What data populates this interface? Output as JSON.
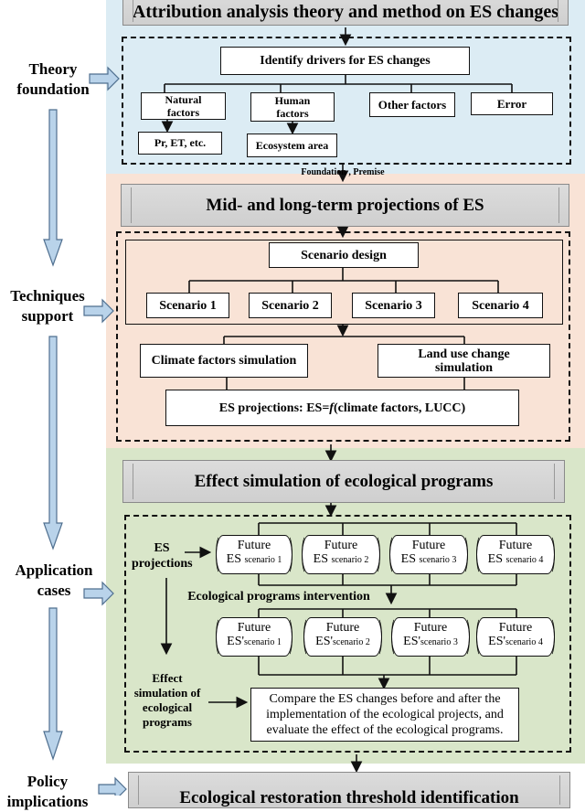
{
  "theory": {
    "title": "Attribution analysis theory and method on ES changes",
    "identify": "Identify drivers for ES changes",
    "natural": "Natural factors",
    "human": "Human factors",
    "other": "Other factors",
    "error": "Error",
    "pr": "Pr, ET, etc.",
    "eco_area": "Ecosystem area"
  },
  "connector": {
    "foundation_premise": "Foundation , Premise"
  },
  "projection": {
    "title": "Mid- and long-term projections of ES",
    "scenario_design": "Scenario design",
    "scenarios": [
      "Scenario 1",
      "Scenario 2",
      "Scenario 3",
      "Scenario 4"
    ],
    "climate": "Climate factors simulation",
    "landuse": "Land use change simulation",
    "es_formula_pre": "ES projections: ES=",
    "es_formula_f": "f",
    "es_formula_post": "(climate factors, LUCC)"
  },
  "effect": {
    "title": "Effect simulation of ecological programs",
    "es_projections": "ES projections",
    "future": "Future",
    "es": "ES",
    "es_prime": "ES'",
    "scenario_subs": [
      "scenario 1",
      "scenario 2",
      "scenario 3",
      "scenario 4"
    ],
    "intervention": "Ecological programs intervention",
    "effect_sim": "Effect simulation of ecological programs",
    "compare": "Compare the ES changes before and after the implementation of the ecological projects, and evaluate the effect of the ecological programs."
  },
  "threshold": {
    "title": "Ecological restoration threshold identification"
  },
  "side_labels": {
    "theory": "Theory foundation",
    "techniques": "Techniques support",
    "application": "Application cases",
    "policy": "Policy implications"
  },
  "colors": {
    "blue_panel": "#dcecf4",
    "peach_panel": "#f9e3d6",
    "green_panel": "#d9e6c9",
    "arrow_fill": "#b9d3ea",
    "arrow_stroke": "#4f6f8f"
  }
}
